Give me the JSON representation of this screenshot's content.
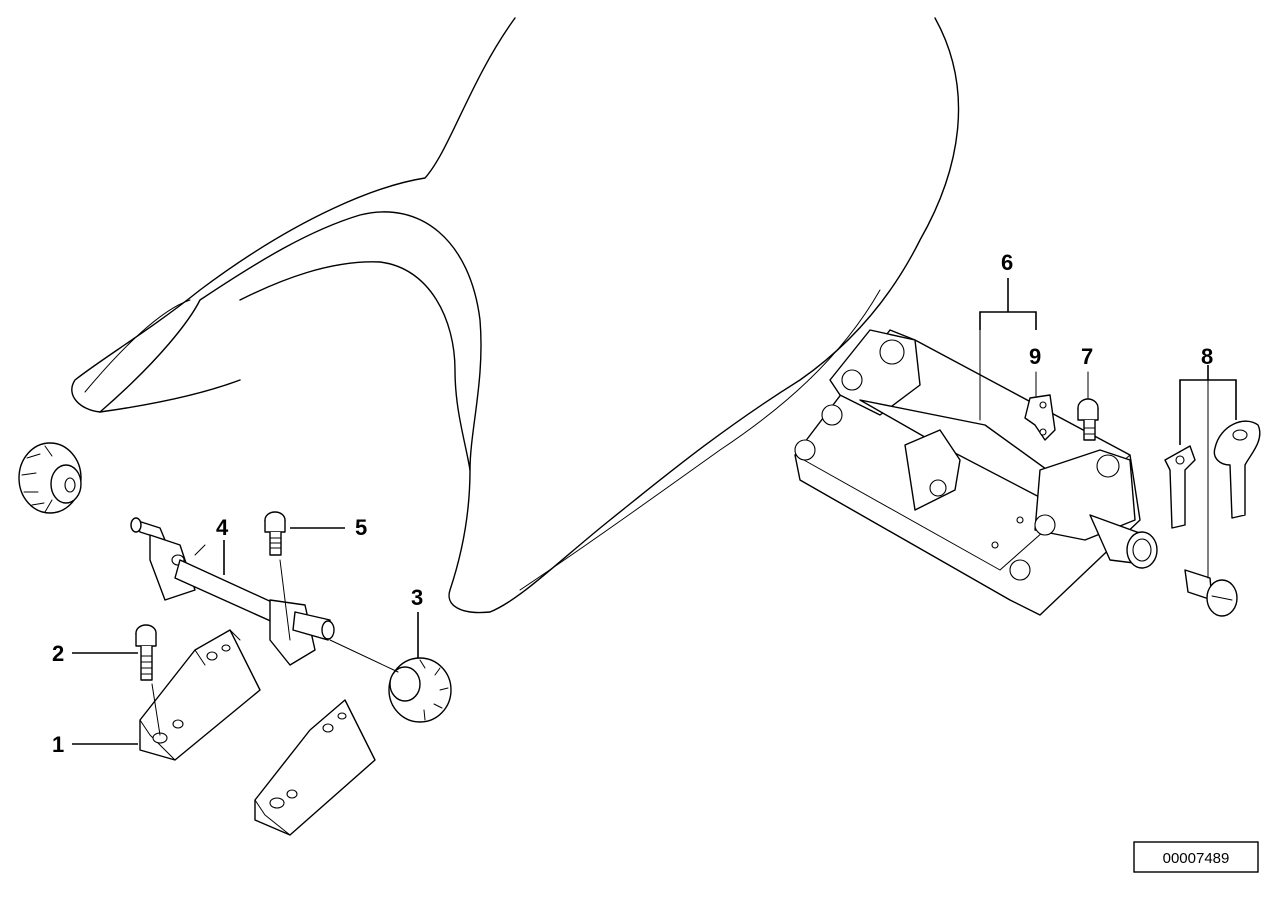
{
  "diagram": {
    "callouts": [
      {
        "id": "1",
        "label": "1"
      },
      {
        "id": "2",
        "label": "2"
      },
      {
        "id": "3",
        "label": "3"
      },
      {
        "id": "4",
        "label": "4"
      },
      {
        "id": "5",
        "label": "5"
      },
      {
        "id": "6",
        "label": "6"
      },
      {
        "id": "7",
        "label": "7"
      },
      {
        "id": "8",
        "label": "8"
      },
      {
        "id": "9",
        "label": "9"
      }
    ],
    "reference_number": "00007489"
  }
}
